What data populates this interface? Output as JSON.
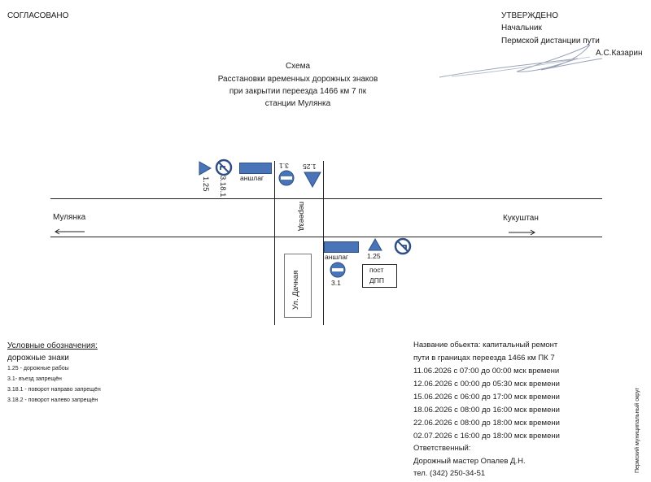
{
  "header": {
    "left": "СОГЛАСОВАНО",
    "approved": "УТВЕРЖДЕНО",
    "position_line1": "Начальник",
    "position_line2": "Пермской дистанции пути",
    "signer": "А.С.Казарин"
  },
  "title": {
    "line1": "Схема",
    "line2": "Расстановки временных дорожных знаков",
    "line3": "при закрытии переезда 1466 км  7 пк",
    "line4": "станции Мулянка"
  },
  "diagram": {
    "station_left": "Мулянка",
    "station_right": "Кукуштан",
    "crossing": "переезд",
    "street": "Ул. Дачная",
    "anshlag": "аншлаг",
    "sign_125": "1.25",
    "sign_31": "3.1",
    "sign_3181": "3.18.1",
    "post": "пост",
    "dpp": "ДПП"
  },
  "legend": {
    "title": "Условные обозначения:",
    "subtitle": "дорожные знаки",
    "items": [
      "1.25 - дорожные рабоы",
      "3.1- въезд запрещён",
      "3.18.1 - поворот направо запрещён",
      "3.18.2 - поворот налево запрещён"
    ]
  },
  "object_info": {
    "line1": "Название обьекта: капитальный ремонт",
    "line2": "пути в границах переезда 1466 км ПК 7",
    "schedule": [
      "11.06.2026 с 07:00 до 00:00 мск времени",
      "12.06.2026 с 00:00 до 05:30 мск времени",
      "15.06.2026 с 06:00 до 17:00 мск времени",
      "18.06.2026 с 08:00 до 16:00 мск времени",
      "22.06.2026 с 08:00 до 18:00 мск времени",
      "02.07.2026 с 16:00 до 18:00 мск времени"
    ],
    "responsible_label": "Ответственный:",
    "responsible_name": "Дорожный мастер Опалев Д.Н.",
    "phone": "тел. (342) 250-34-51"
  },
  "side_note": "Пермский муниципальный округ",
  "colors": {
    "sign_blue": "#4a74b8",
    "line": "#222222"
  }
}
